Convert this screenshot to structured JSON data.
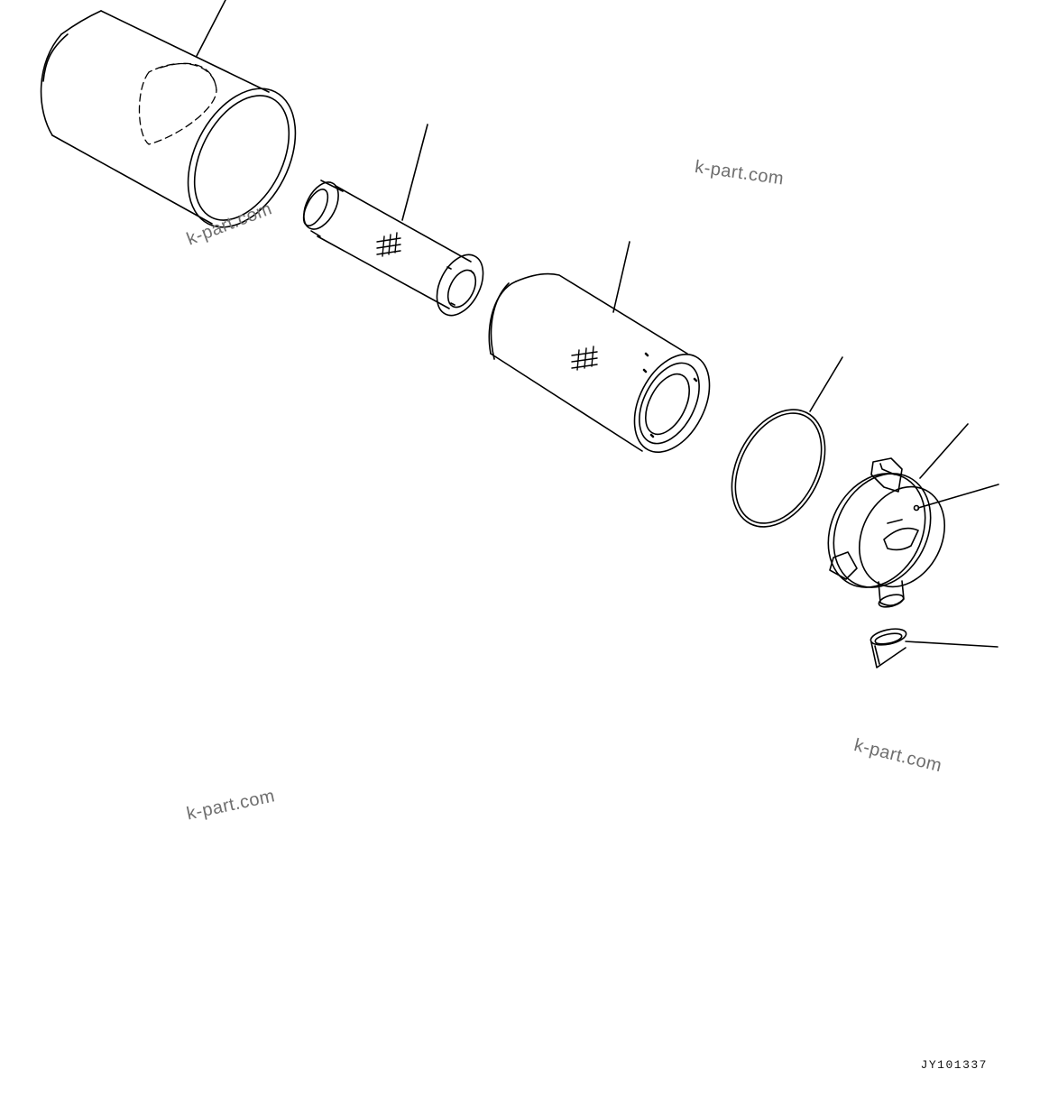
{
  "drawing_code": "JY101337",
  "watermarks": [
    "k-part.com",
    "k-part.com",
    "k-part.com",
    "k-part.com"
  ],
  "parts": [
    {
      "name": "housing-body"
    },
    {
      "name": "inner-safety-element"
    },
    {
      "name": "outer-filter-element"
    },
    {
      "name": "o-ring"
    },
    {
      "name": "end-cover"
    },
    {
      "name": "dust-ejector-valve"
    }
  ],
  "colors": {
    "line": "#000000",
    "watermark": "#6f6f6f",
    "background": "#ffffff"
  }
}
